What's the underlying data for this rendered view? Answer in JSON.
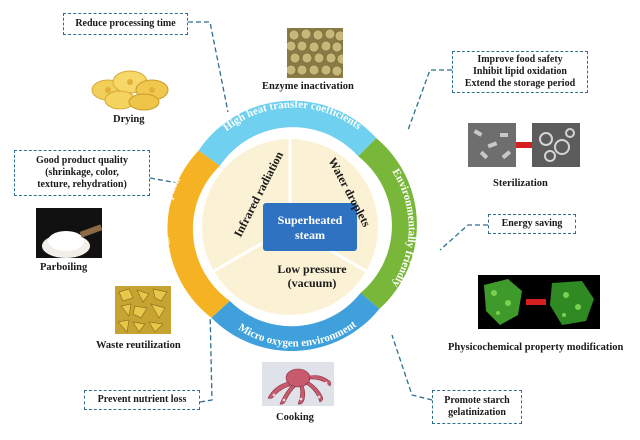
{
  "center": {
    "title_line1": "Superheated",
    "title_line2": "steam",
    "infrared": "Infrared radiation",
    "water": "Water droplets",
    "pressure_line1": "Low pressure",
    "pressure_line2": "(vacuum)"
  },
  "ring": {
    "top": "High heat transfer coefficients",
    "right": "Environmentally friendly",
    "bottom": "Micro oxygen environment",
    "left": "Low energy consumption"
  },
  "colors": {
    "top": "#6fd0f0",
    "right": "#79b73a",
    "bottom": "#3fa0dc",
    "left": "#f5b324",
    "inner": "#fbf1d4",
    "core": "#2f72c2",
    "connector": "#2f6f8f"
  },
  "applications": {
    "drying": "Drying",
    "enzyme": "Enzyme inactivation",
    "sterilization": "Sterilization",
    "parboiling": "Parboiling",
    "waste": "Waste reutilization",
    "cooking": "Cooking",
    "physicochemical": "Physicochemical property modification"
  },
  "benefits": {
    "reduce_time": "Reduce processing time",
    "quality_line1": "Good product quality",
    "quality_line2": "(shrinkage, color,",
    "quality_line3": "texture, rehydration)",
    "safety_line1": "Improve food safety",
    "safety_line2": "Inhibit lipid oxidation",
    "safety_line3": "Extend the storage period",
    "energy_saving": "Energy saving",
    "nutrient": "Prevent nutrient loss",
    "starch_line1": "Promote starch",
    "starch_line2": "gelatinization"
  }
}
